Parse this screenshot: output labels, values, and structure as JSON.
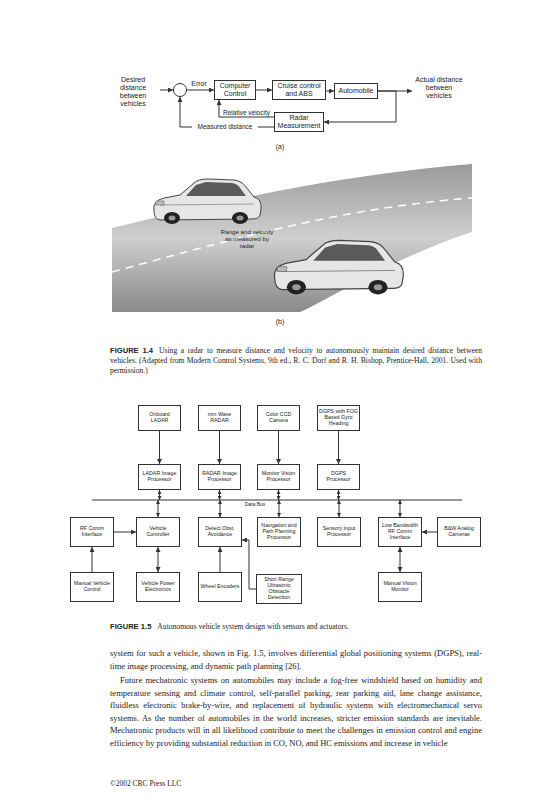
{
  "diagram": {
    "nodes": [
      {
        "text": [
          "Computer Control"
        ]
      },
      {
        "text": [
          "Cruise control and ABS"
        ]
      },
      {
        "text": [
          "Automobile"
        ]
      },
      {
        "text": [
          "Radar Measurement"
        ]
      },
      {
        "text": [
          "Onboard LADAR"
        ]
      },
      {
        "text": [
          "mm Wave RADAR"
        ]
      },
      {
        "text": [
          "Color CCD Camera"
        ]
      },
      {
        "text": [
          "DGPS with FOG Based Gyro Heading"
        ]
      },
      {
        "text": [
          "LADAR Image Processor"
        ]
      },
      {
        "text": [
          "RADAR Image Processor"
        ]
      },
      {
        "text": [
          "Monitor Vision Processor"
        ]
      },
      {
        "text": [
          "DGPS Processor"
        ]
      },
      {
        "text": [
          "RF Comm Interface"
        ]
      },
      {
        "text": [
          "Vehicle Controller"
        ]
      },
      {
        "text": [
          "Detect Obst. Avoidance"
        ]
      },
      {
        "text": [
          "Navigation and Path Planning Processor"
        ]
      },
      {
        "text": [
          "Sensory Input Processor"
        ]
      },
      {
        "text": [
          "Low Bandwidth RF Comm Interface"
        ]
      },
      {
        "text": [
          "B&W Analog Cameras"
        ]
      },
      {
        "text": [
          "Manual Vehicle Control"
        ]
      },
      {
        "text": [
          "Vehicle Power Electronics"
        ]
      },
      {
        "text": [
          "Wheel Encoders"
        ]
      },
      {
        "text": [
          "Short Range Ultrasonic Obstacle Detection"
        ]
      },
      {
        "text": [
          "Manual Vision Monitor"
        ]
      }
    ],
    "edges": [
      {
        "from": 0,
        "to": 1,
        "arrow": "to"
      },
      {
        "from": 1,
        "to": 2,
        "arrow": "to"
      },
      {
        "from": 2,
        "to": 3,
        "arrow": "to"
      },
      {
        "from": 3,
        "to": 0,
        "label": "Relative velocity",
        "arrow": "to"
      },
      {
        "from": 4,
        "to": 8,
        "arrow": "to"
      },
      {
        "from": 5,
        "to": 9,
        "arrow": "to"
      },
      {
        "from": 6,
        "to": 10,
        "arrow": "to"
      },
      {
        "from": 7,
        "to": 11,
        "arrow": "to"
      },
      {
        "from": 12,
        "to": 13,
        "arrow": "to"
      },
      {
        "from": 19,
        "to": 12,
        "arrow": "to"
      },
      {
        "from": 13,
        "to": 20,
        "arrow": "both"
      },
      {
        "from": 21,
        "to": 14,
        "arrow": "to"
      },
      {
        "from": 22,
        "to": 14,
        "arrow": "to"
      },
      {
        "from": 17,
        "to": 23,
        "arrow": "both"
      },
      {
        "from": 18,
        "to": 17,
        "arrow": "to"
      }
    ],
    "labels": [
      "Desired distance between vehicles",
      "Error",
      "Actual distance between vehicles",
      "Measured distance",
      "(a)",
      "Range and velocity as measured by radar",
      "(b)",
      "FIGURE 1.4",
      "Using a radar to measure distance and velocity to autonomously maintain desired distance between vehicles. (Adapted from Modern Control Systems, 9th ed., R. C. Dorf and R. H. Bishop, Prentice-Hall, 2001. Used with permission.)",
      "Data Bus",
      "FIGURE 1.5",
      "Autonomous vehicle system design with sensors and actuators.",
      "system for such a vehicle, shown in Fig. 1.5, involves differential global positioning systems (DGPS), real-time image processing, and dynamic path planning [26].",
      "Future mechatronic systems on automobiles may include a fog-free windshield based on humidity and temperature sensing and climate control, self-parallel parking, rear parking aid, lane change assistance, fluidless electronic brake-by-wire, and replacement of hydraulic systems with electromechanical servo systems. As the number of automobiles in the world increases, stricter emission standards are inevitable. Mechatronic products will in all likelihood contribute to meet the challenges in emission control and engine efficiency by providing substantial reduction in CO, NO, and HC emissions and increase in vehicle",
      "©2002 CRC Press LLC"
    ]
  }
}
